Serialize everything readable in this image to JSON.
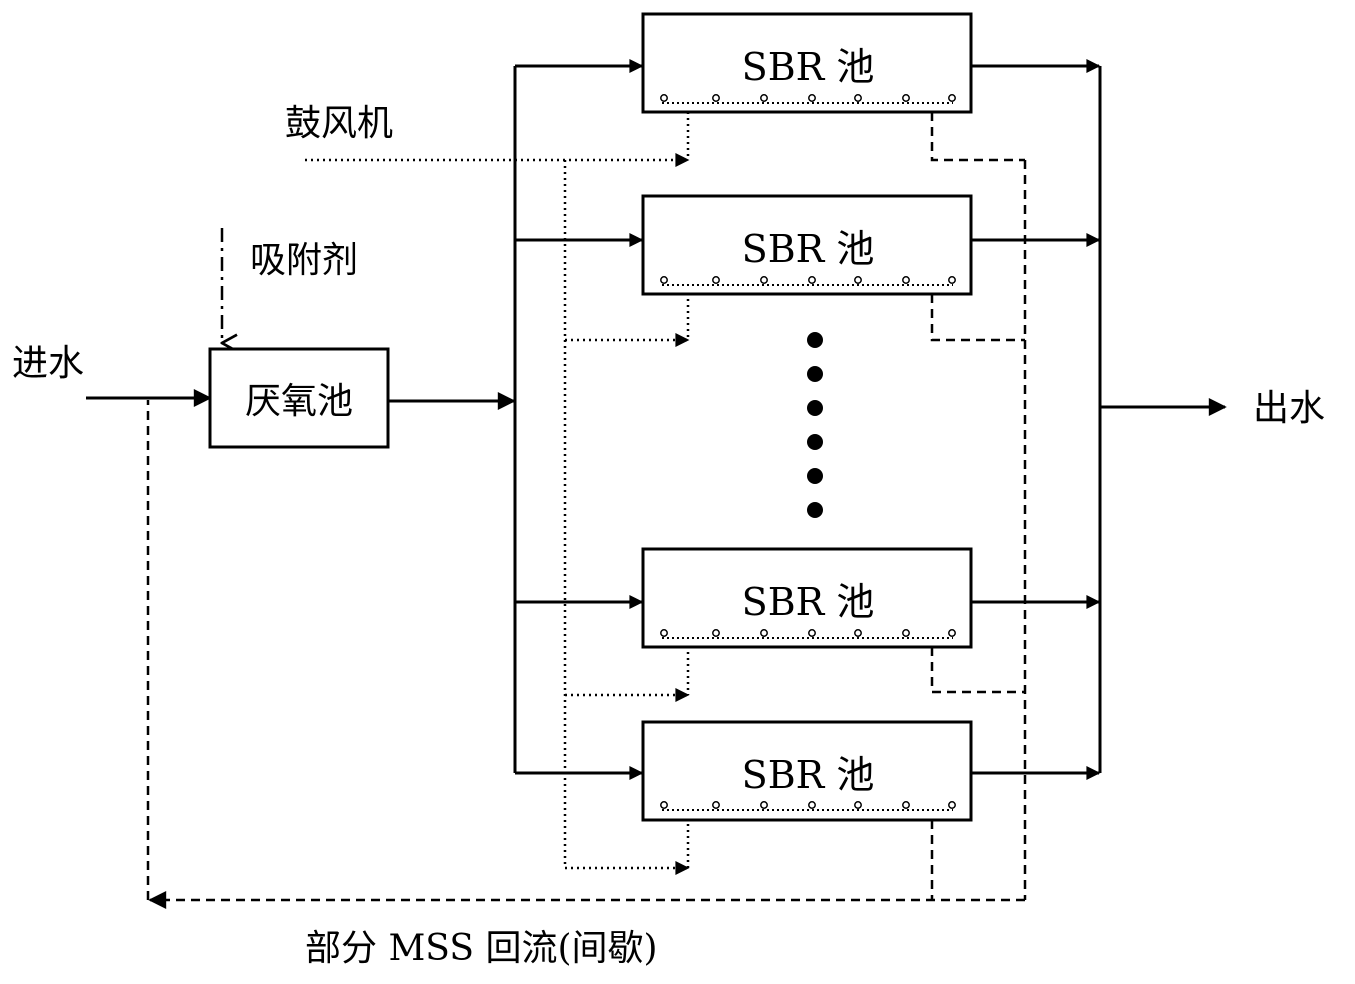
{
  "inflow_label": "进水",
  "adsorbent_label": "吸附剂",
  "anaerobic_tank_label": "厌氧池",
  "blower_label": "鼓风机",
  "sbr_tanks": [
    {
      "label": "SBR 池"
    },
    {
      "label": "SBR 池"
    },
    {
      "label": "SBR 池"
    },
    {
      "label": "SBR 池"
    }
  ],
  "outflow_label": "出水",
  "return_label": "部分 MSS 回流(间歇)",
  "colors": {
    "line": "#000000",
    "background": "#ffffff"
  }
}
